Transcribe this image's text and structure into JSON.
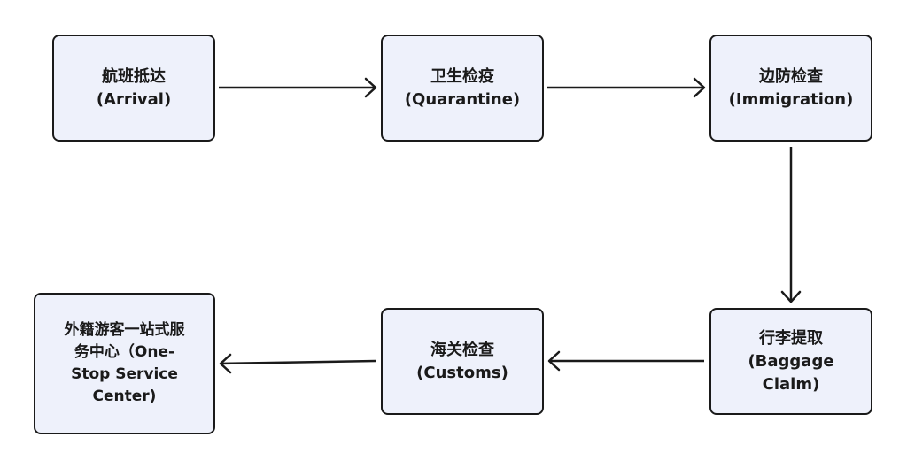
{
  "nodes": [
    {
      "id": "arrival",
      "line1": "航班抵达",
      "line2": "(Arrival)"
    },
    {
      "id": "quarantine",
      "line1": "卫生检疫",
      "line2": "(Quarantine)"
    },
    {
      "id": "immigration",
      "line1": "边防检查",
      "line2": "(Immigration)"
    },
    {
      "id": "baggage",
      "line1": "行李提取",
      "line2": "(Baggage",
      "line3": "Claim)"
    },
    {
      "id": "customs",
      "line1": "海关检查",
      "line2": "(Customs)"
    },
    {
      "id": "service",
      "line1": "外籍游客一站式服",
      "line2": "务中心（One-",
      "line3": "Stop Service",
      "line4": "Center)"
    }
  ],
  "edges": [
    {
      "from": "arrival",
      "to": "quarantine"
    },
    {
      "from": "quarantine",
      "to": "immigration"
    },
    {
      "from": "immigration",
      "to": "baggage"
    },
    {
      "from": "baggage",
      "to": "customs"
    },
    {
      "from": "customs",
      "to": "service"
    }
  ],
  "colors": {
    "node_fill": "#eef1fb",
    "stroke": "#1a1a1a",
    "background": "#ffffff"
  }
}
